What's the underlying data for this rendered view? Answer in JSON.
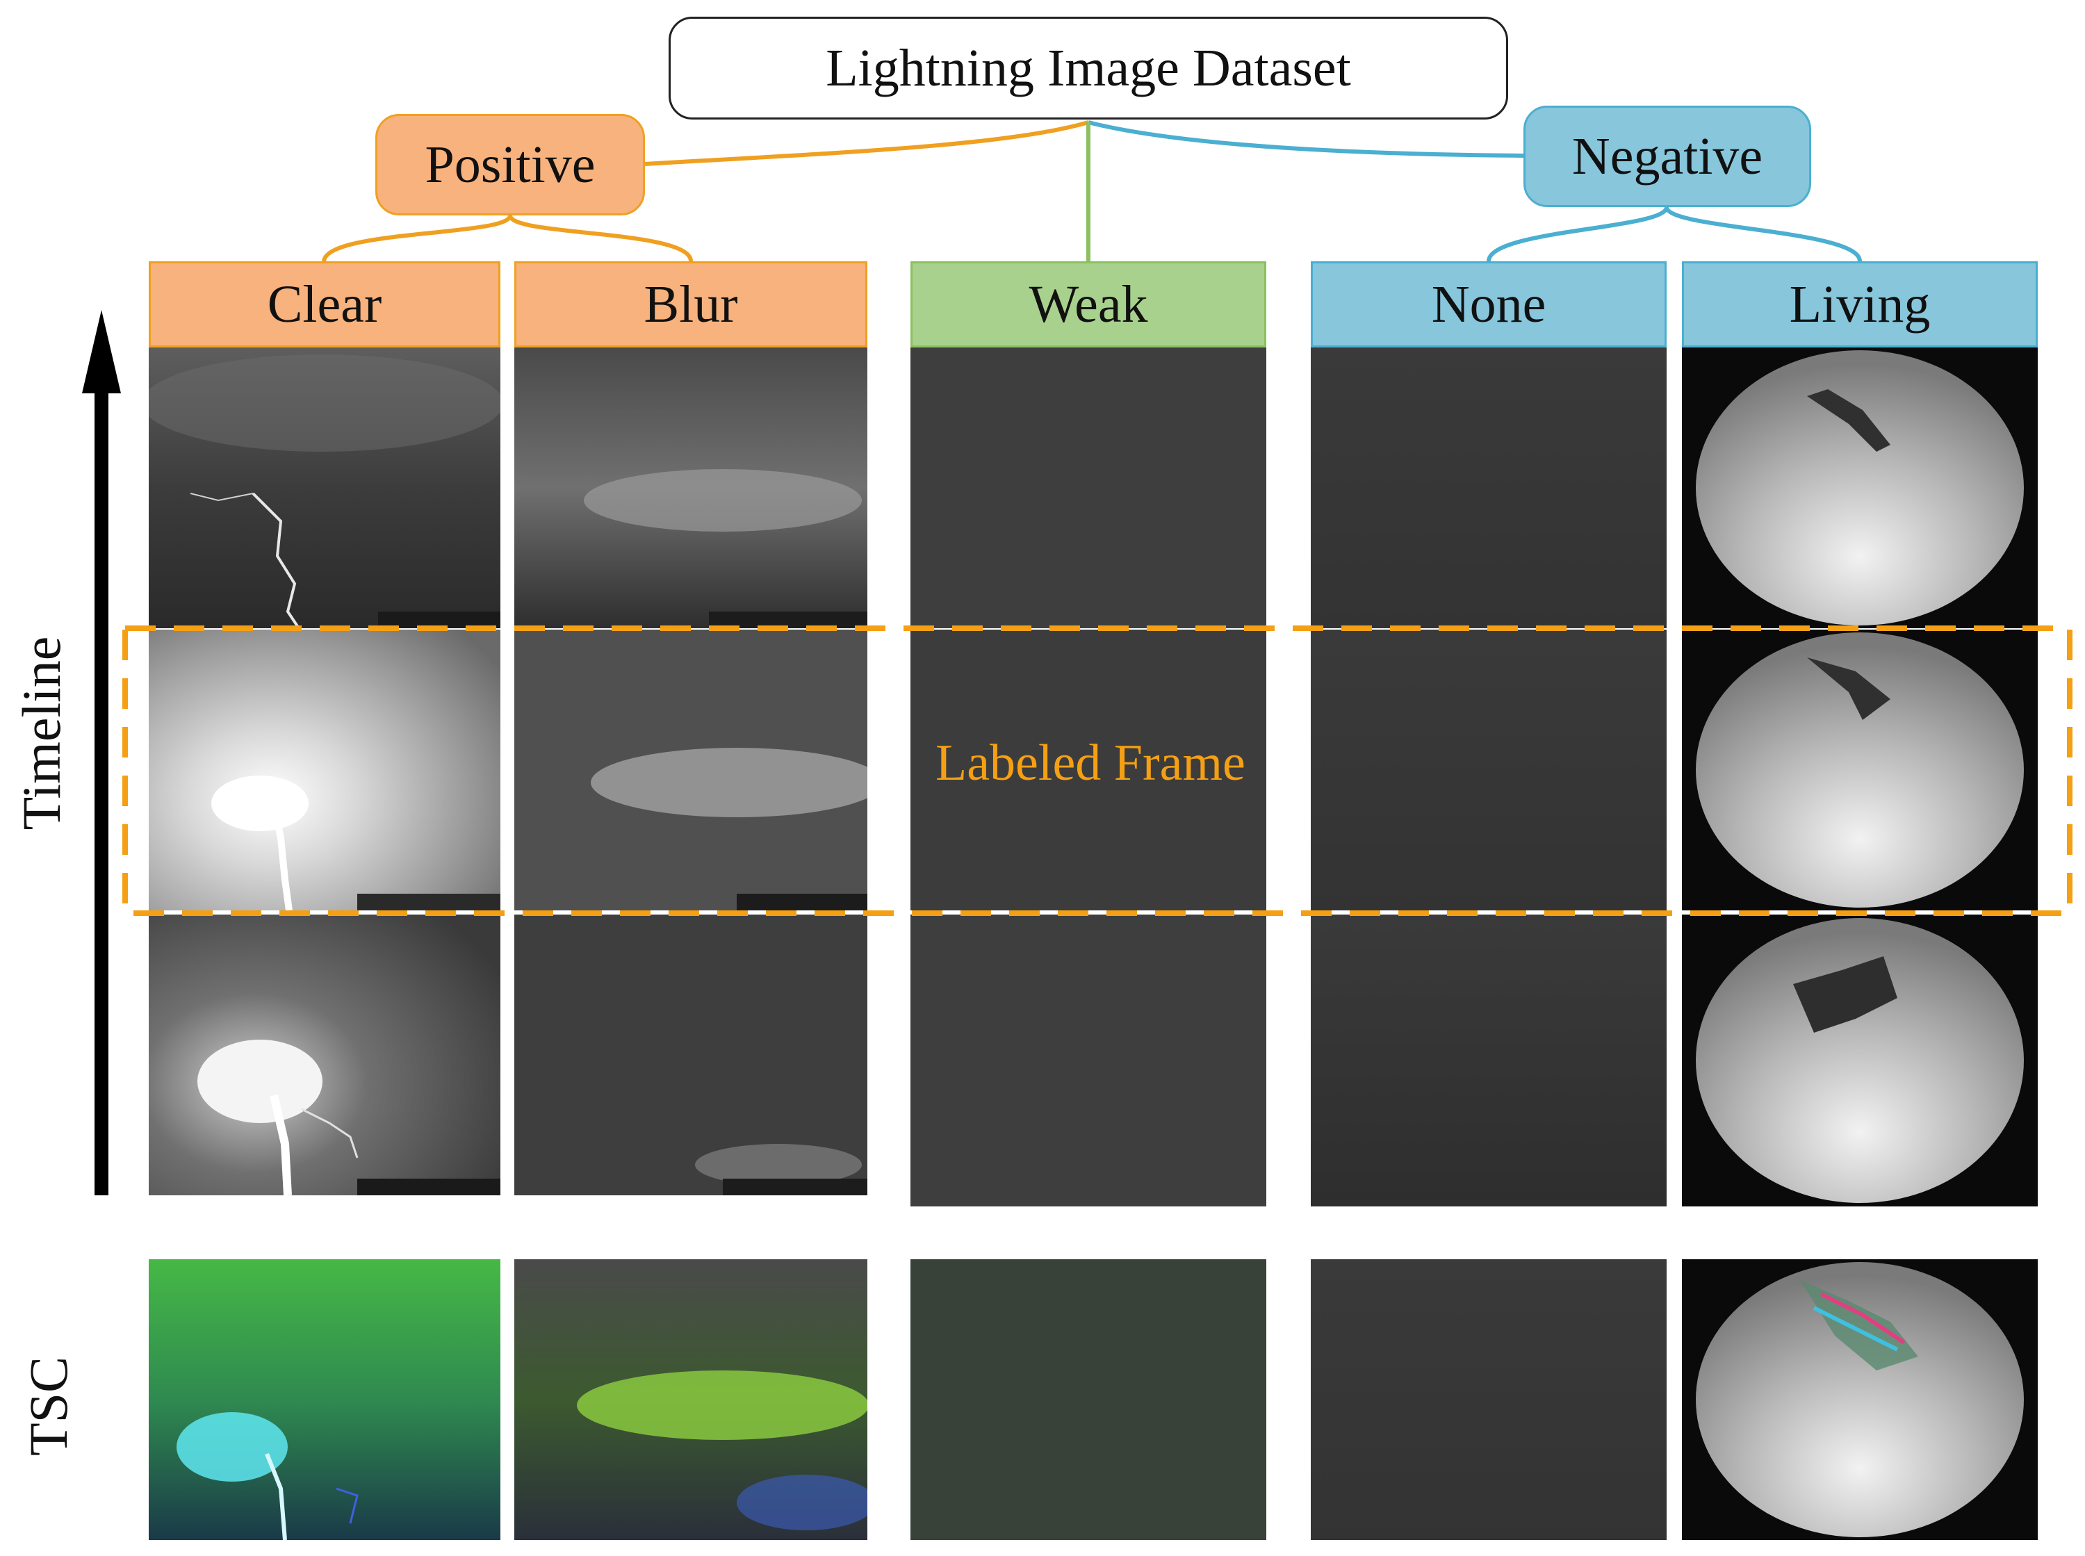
{
  "title": "Lightning Image Dataset",
  "groups": {
    "positive": "Positive",
    "negative": "Negative"
  },
  "categories": [
    {
      "key": "clear",
      "label": "Clear",
      "group": "positive"
    },
    {
      "key": "blur",
      "label": "Blur",
      "group": "positive"
    },
    {
      "key": "weak",
      "label": "Weak",
      "group": "weak"
    },
    {
      "key": "none",
      "label": "None",
      "group": "negative"
    },
    {
      "key": "living",
      "label": "Living",
      "group": "negative"
    }
  ],
  "row_labels": {
    "timeline": "Timeline",
    "tsc": "TSC"
  },
  "annotation": "Labeled Frame",
  "colors": {
    "positive_fill": "#f8b27d",
    "positive_line": "#f0a020",
    "weak_fill": "#a9d18e",
    "weak_line": "#8cc060",
    "negative_fill": "#88c6dc",
    "negative_line": "#4aafd0",
    "labeled_frame_dash": "#f5a014"
  },
  "icons": {
    "timeline_arrow": "up-arrow-icon"
  }
}
